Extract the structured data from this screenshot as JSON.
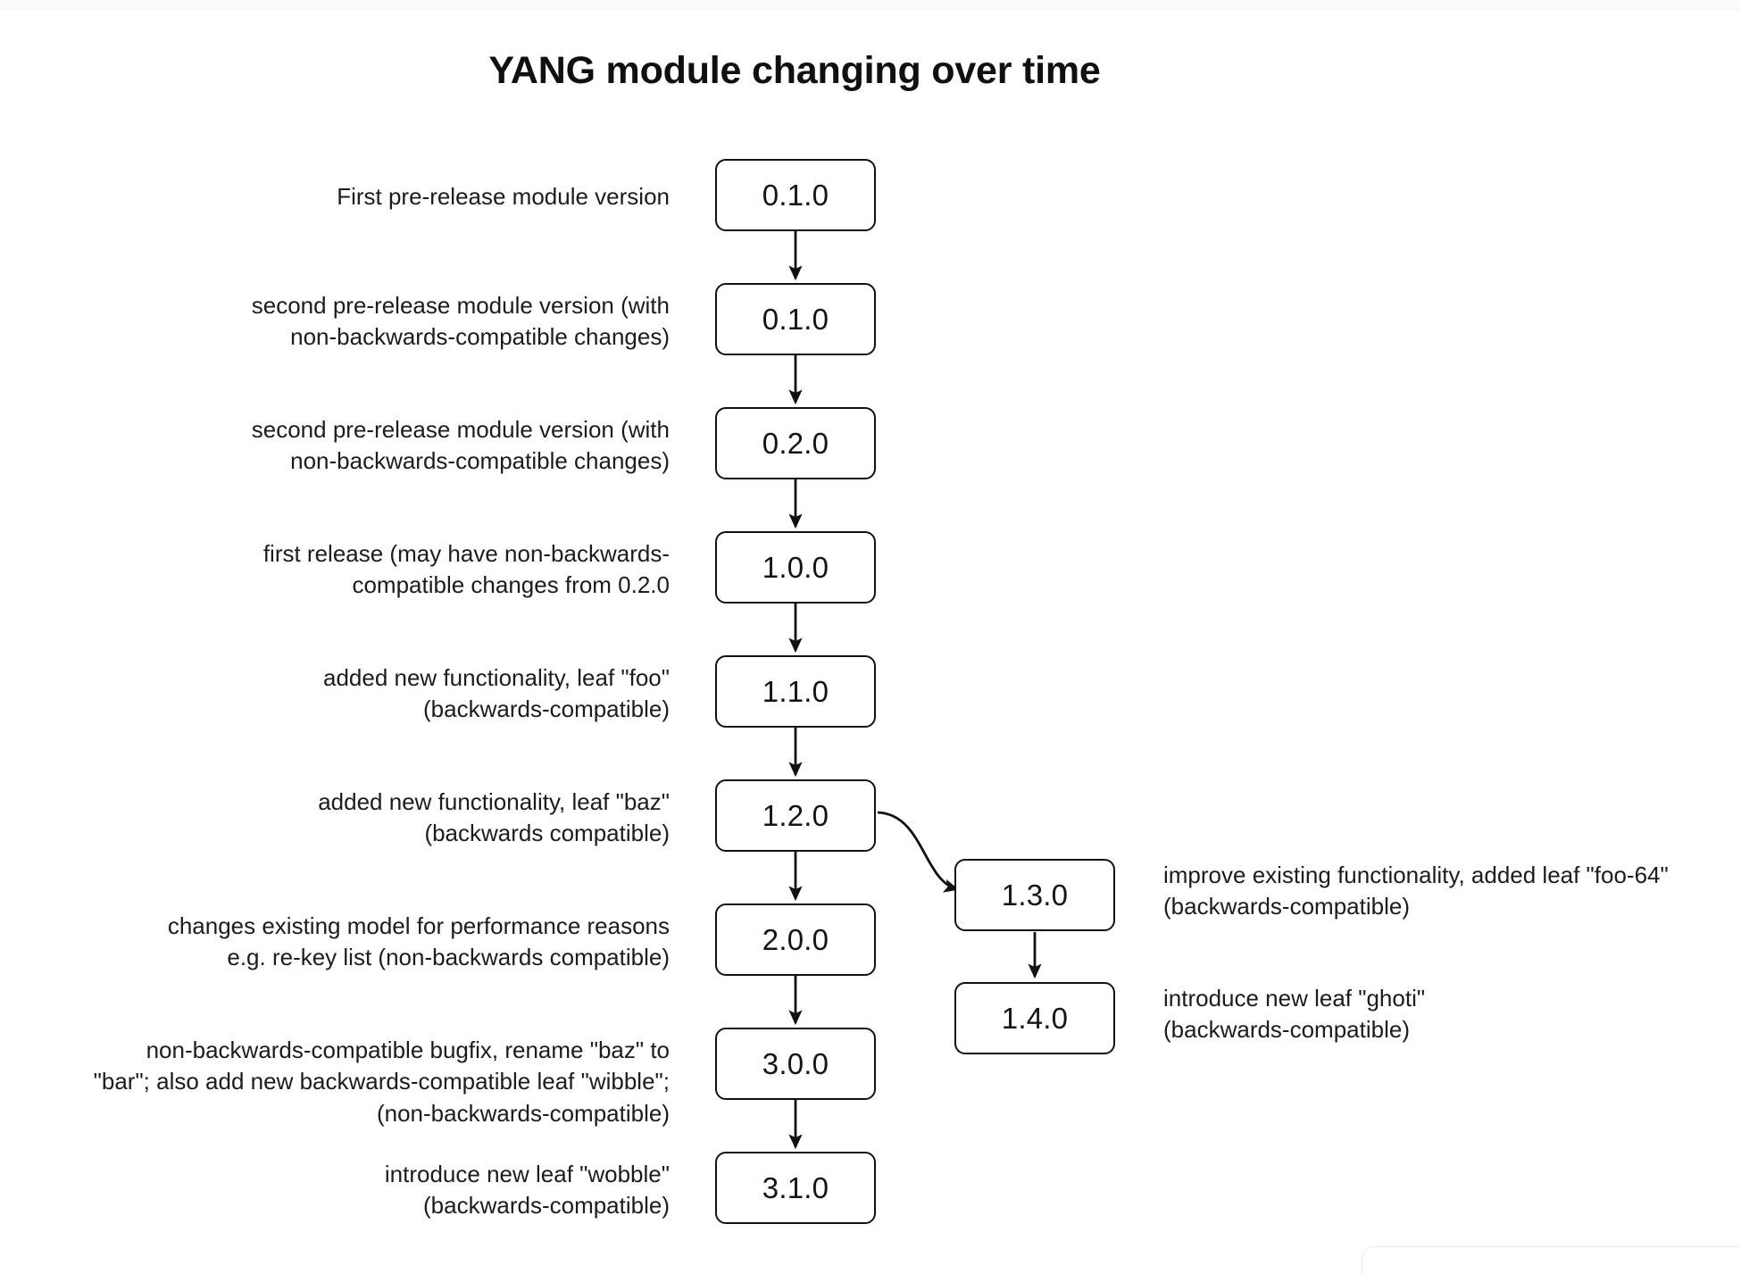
{
  "diagram": {
    "title": "YANG module changing over time",
    "type": "flowchart",
    "direction": "top-to-bottom",
    "background_color": "#ffffff",
    "node_border_color": "#111111",
    "node_fill_color": "#ffffff",
    "text_color": "#1c1c1c",
    "nodes": [
      {
        "id": "n0",
        "label": "0.1.0",
        "branch": "main"
      },
      {
        "id": "n1",
        "label": "0.1.0",
        "branch": "main"
      },
      {
        "id": "n2",
        "label": "0.2.0",
        "branch": "main"
      },
      {
        "id": "n3",
        "label": "1.0.0",
        "branch": "main"
      },
      {
        "id": "n4",
        "label": "1.1.0",
        "branch": "main"
      },
      {
        "id": "n5",
        "label": "1.2.0",
        "branch": "main"
      },
      {
        "id": "n6",
        "label": "2.0.0",
        "branch": "main"
      },
      {
        "id": "n7",
        "label": "3.0.0",
        "branch": "main"
      },
      {
        "id": "n8",
        "label": "3.1.0",
        "branch": "main"
      },
      {
        "id": "b0",
        "label": "1.3.0",
        "branch": "side"
      },
      {
        "id": "b1",
        "label": "1.4.0",
        "branch": "side"
      }
    ],
    "edges": [
      {
        "from": "n0",
        "to": "n1",
        "style": "straight-down"
      },
      {
        "from": "n1",
        "to": "n2",
        "style": "straight-down"
      },
      {
        "from": "n2",
        "to": "n3",
        "style": "straight-down"
      },
      {
        "from": "n3",
        "to": "n4",
        "style": "straight-down"
      },
      {
        "from": "n4",
        "to": "n5",
        "style": "straight-down"
      },
      {
        "from": "n5",
        "to": "n6",
        "style": "straight-down"
      },
      {
        "from": "n5",
        "to": "b0",
        "style": "curved-branch-right"
      },
      {
        "from": "b0",
        "to": "b1",
        "style": "straight-down"
      },
      {
        "from": "n6",
        "to": "n7",
        "style": "straight-down"
      },
      {
        "from": "n7",
        "to": "n8",
        "style": "straight-down"
      }
    ],
    "annotations_left": [
      {
        "for": "n0",
        "text": "First pre-release module version"
      },
      {
        "for": "n1",
        "text": "second pre-release module version (with\nnon-backwards-compatible changes)"
      },
      {
        "for": "n2",
        "text": "second pre-release module version (with\nnon-backwards-compatible changes)"
      },
      {
        "for": "n3",
        "text": "first release (may have non-backwards-\ncompatible changes from 0.2.0"
      },
      {
        "for": "n4",
        "text": "added new functionality, leaf \"foo\"\n(backwards-compatible)"
      },
      {
        "for": "n5",
        "text": "added new functionality, leaf \"baz\"\n(backwards compatible)"
      },
      {
        "for": "n6",
        "text": "changes existing model for performance reasons\ne.g. re-key list (non-backwards compatible)"
      },
      {
        "for": "n7",
        "text": "non-backwards-compatible bugfix, rename \"baz\" to\n\"bar\"; also add new backwards-compatible leaf \"wibble\";\n(non-backwards-compatible)"
      },
      {
        "for": "n8",
        "text": "introduce new leaf \"wobble\"\n(backwards-compatible)"
      }
    ],
    "annotations_right": [
      {
        "for": "b0",
        "text": "improve existing functionality, added leaf \"foo-64\"\n(backwards-compatible)"
      },
      {
        "for": "b1",
        "text": "introduce new leaf \"ghoti\"\n(backwards-compatible)"
      }
    ]
  }
}
